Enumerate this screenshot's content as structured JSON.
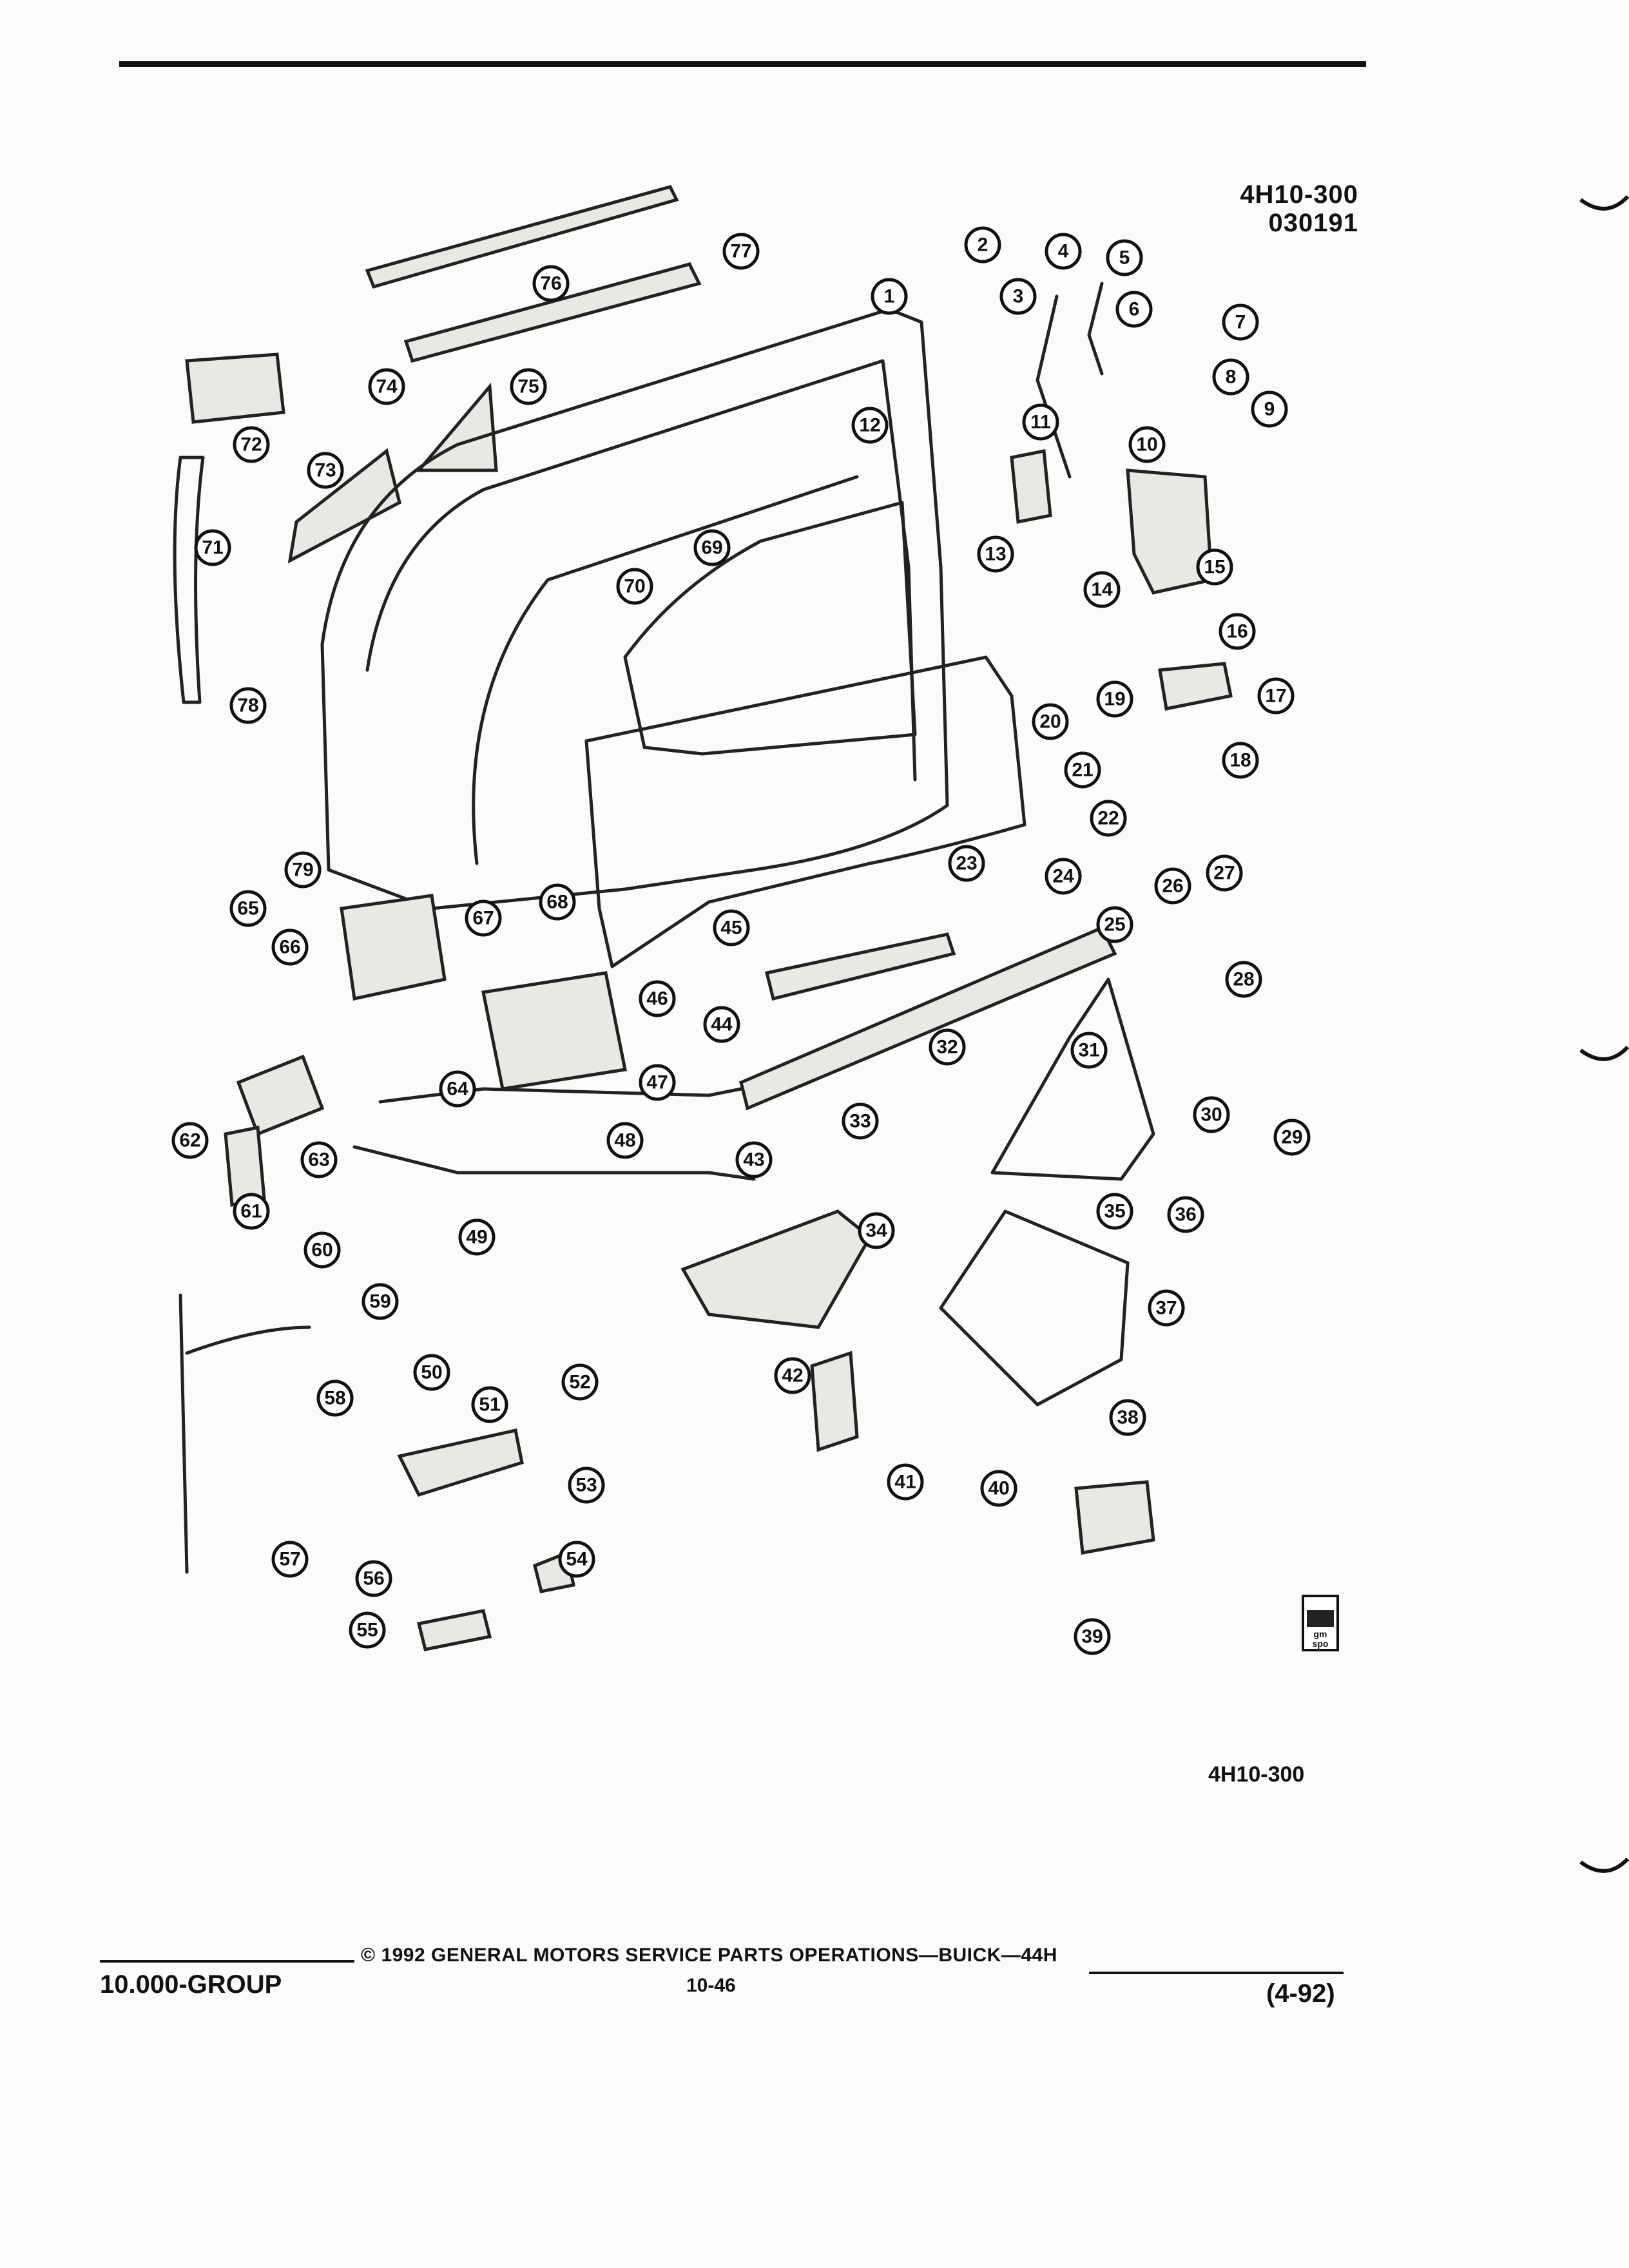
{
  "header": {
    "figure_code": "4H10-300",
    "figure_date": "030191"
  },
  "footer": {
    "figure_code": "4H10-300",
    "copyright": "© 1992 GENERAL MOTORS SERVICE PARTS OPERATIONS—BUICK—44H",
    "group": "10.000-GROUP",
    "page": "10-46",
    "revision": "(4-92)"
  },
  "logo": {
    "text_top": "gm",
    "text_bottom": "spo"
  },
  "callouts": [
    "1",
    "2",
    "3",
    "4",
    "5",
    "6",
    "7",
    "8",
    "9",
    "10",
    "11",
    "12",
    "13",
    "14",
    "15",
    "16",
    "17",
    "18",
    "19",
    "20",
    "21",
    "22",
    "23",
    "24",
    "25",
    "26",
    "27",
    "28",
    "29",
    "30",
    "31",
    "32",
    "33",
    "34",
    "35",
    "36",
    "37",
    "38",
    "39",
    "40",
    "41",
    "42",
    "43",
    "44",
    "45",
    "46",
    "47",
    "48",
    "49",
    "50",
    "51",
    "52",
    "53",
    "54",
    "55",
    "56",
    "57",
    "58",
    "59",
    "60",
    "61",
    "62",
    "63",
    "64",
    "65",
    "66",
    "67",
    "68",
    "69",
    "70",
    "71",
    "72",
    "73",
    "74",
    "75",
    "76",
    "77",
    "78",
    "79"
  ]
}
